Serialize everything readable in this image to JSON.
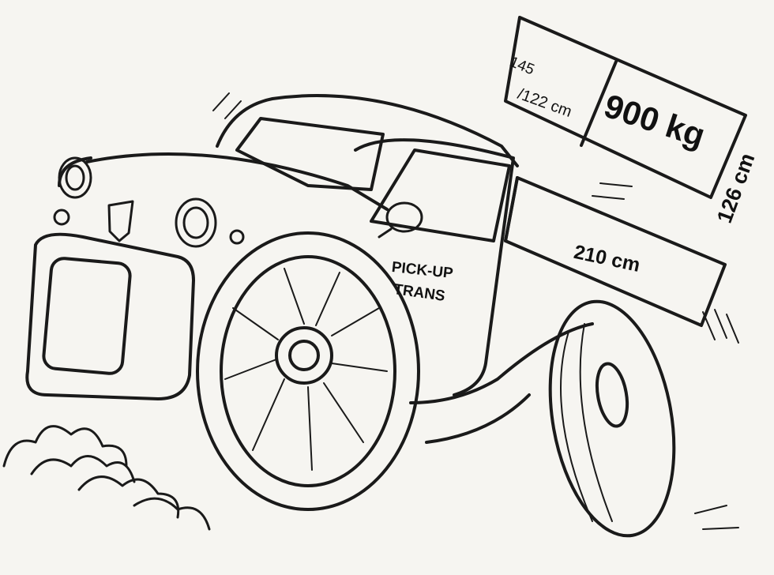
{
  "illustration": {
    "subject": "cartoon pick-up truck sketch",
    "ink_color": "#1a1a1a",
    "paper_color": "#f6f5f1"
  },
  "labels": {
    "box_width": "145",
    "box_depth": "/122 cm",
    "payload": "900 kg",
    "box_height": "126 cm",
    "bed_length": "210 cm",
    "door_text_line1": "PICK-UP",
    "door_text_line2": "TRANS"
  }
}
